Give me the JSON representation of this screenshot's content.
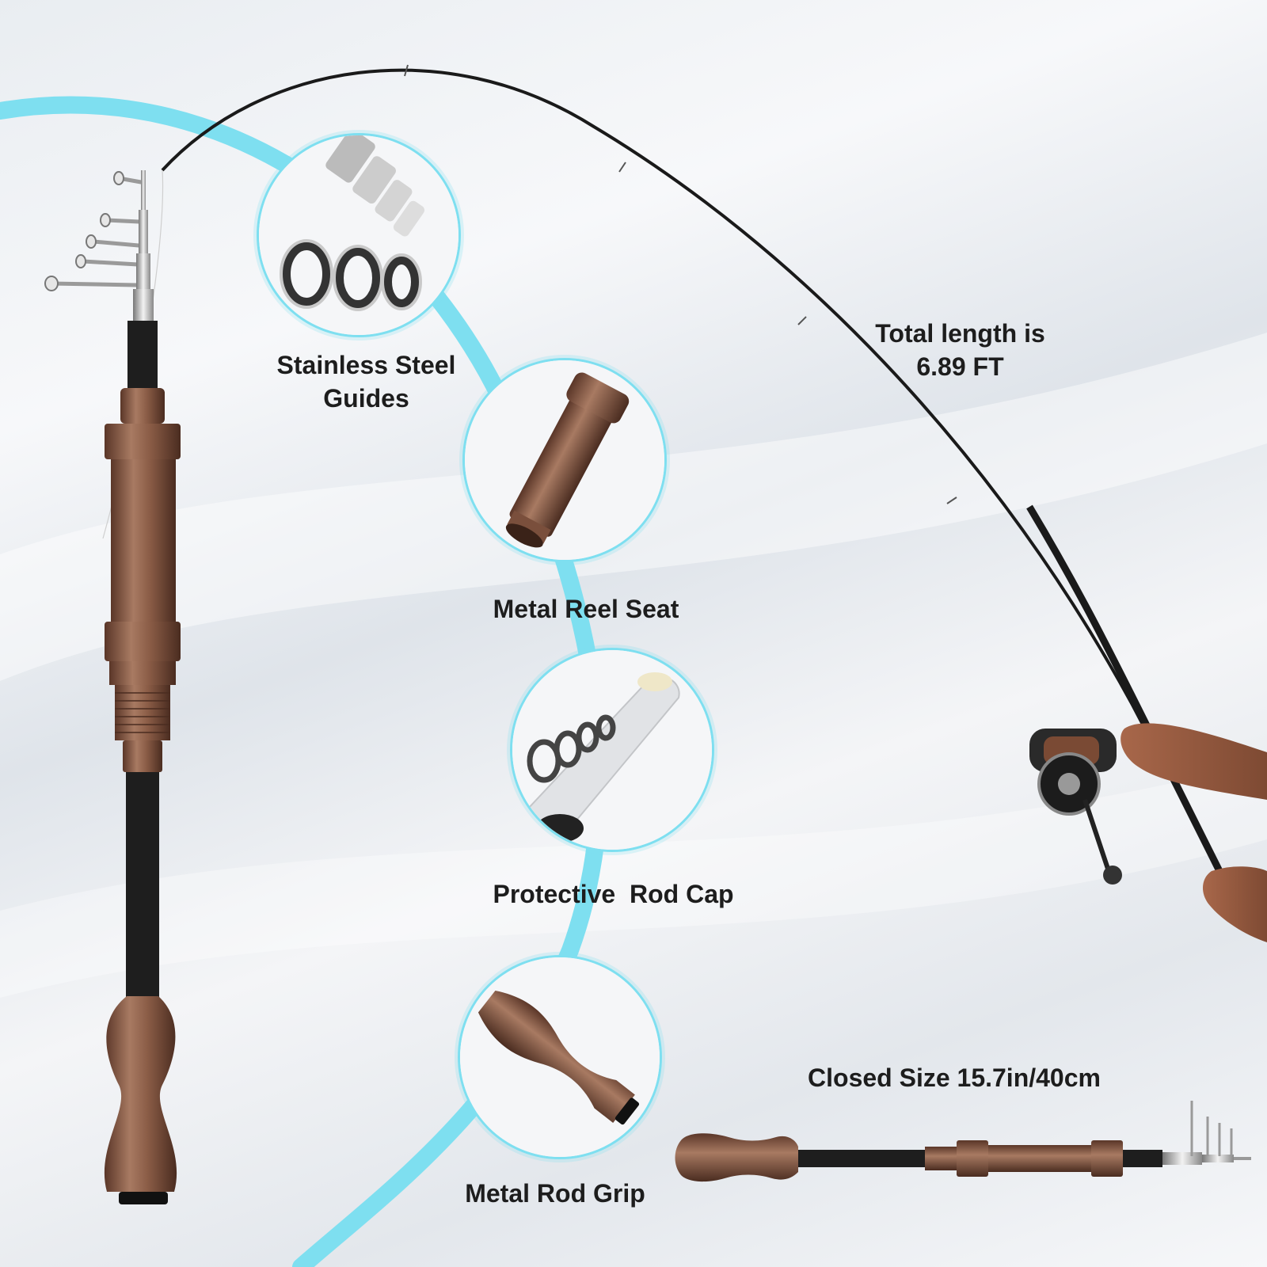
{
  "labels": {
    "guides": [
      "Stainless Steel",
      "Guides"
    ],
    "reel_seat": "Metal Reel Seat",
    "rod_cap": "Protective  Rod Cap",
    "rod_grip": "Metal Rod Grip",
    "total_length": [
      "Total length is",
      "6.89 FT"
    ],
    "closed_size": "Closed Size 15.7in/40cm"
  },
  "colors": {
    "accent_cyan": "#7edff0",
    "bronze": "#8a5c46",
    "rod_black": "#1a1a1a"
  }
}
